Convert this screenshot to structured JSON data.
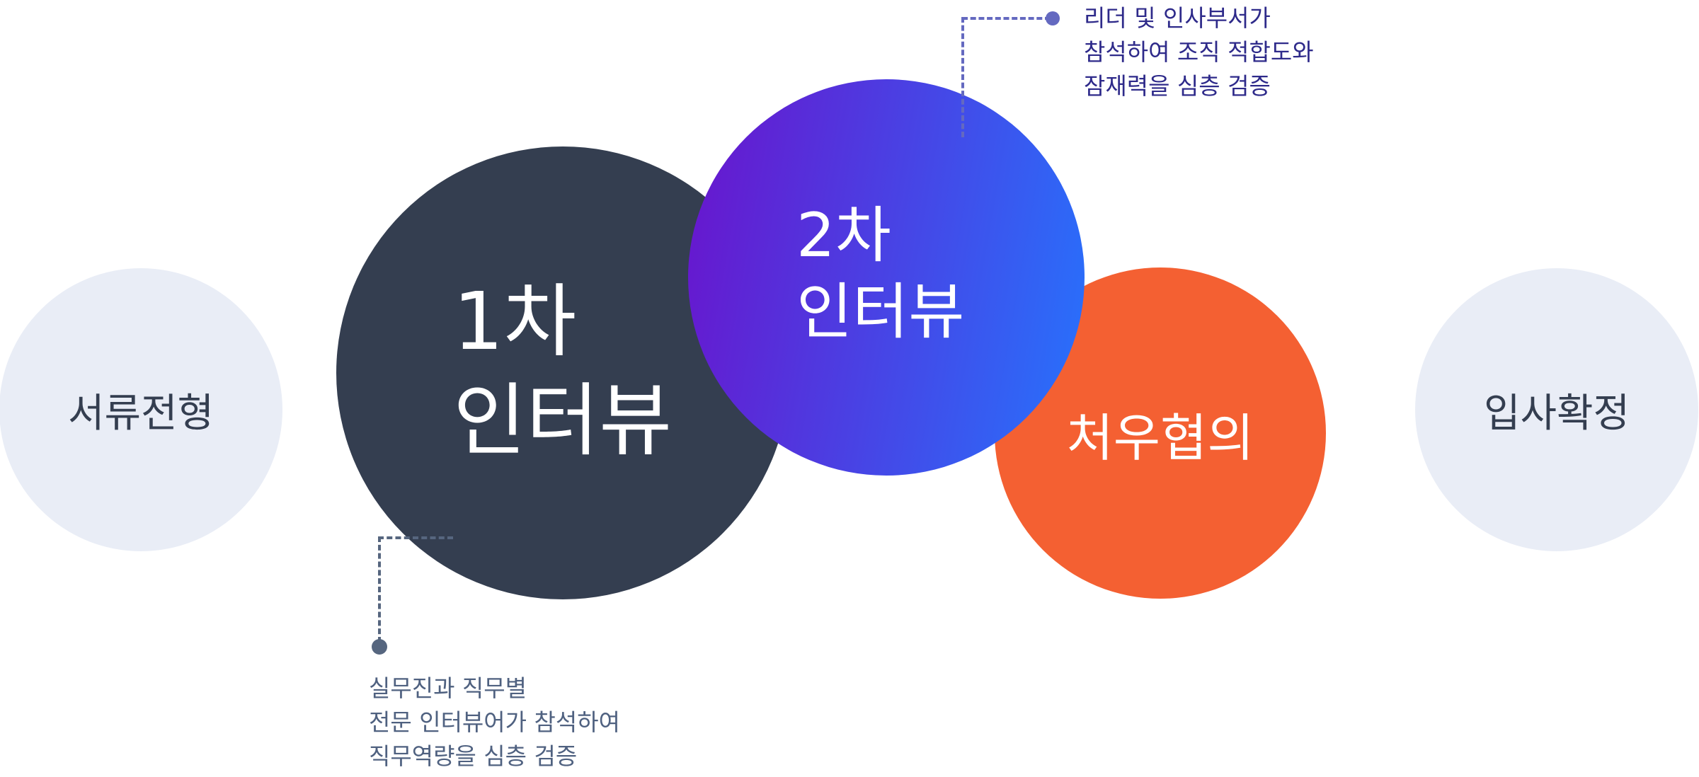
{
  "stages": [
    {
      "label": "서류전형"
    },
    {
      "line1": "1차",
      "line2": "인터뷰"
    },
    {
      "line1": "2차",
      "line2": "인터뷰"
    },
    {
      "label": "처우협의"
    },
    {
      "label": "입사확정"
    }
  ],
  "callouts": {
    "second_interview": [
      "리더 및 인사부서가",
      "참석하여 조직 적합도와",
      "잠재력을 심층 검증"
    ],
    "first_interview": [
      "실무진과 직무별",
      "전문 인터뷰어가 참석하여",
      "직무역량을 심층 검증"
    ]
  },
  "colors": {
    "light": "#e9edf6",
    "dark": "#343e50",
    "gradient_start": "#6a13cc",
    "gradient_end": "#2673fd",
    "orange": "#f46032"
  }
}
